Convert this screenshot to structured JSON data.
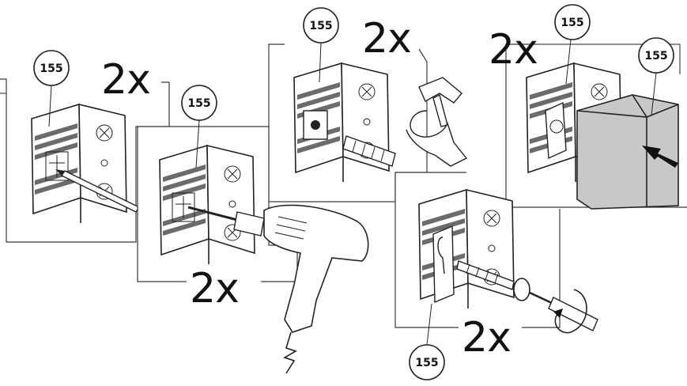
{
  "steps": [
    {
      "id": 1,
      "part_number": "155",
      "quantity": "2x",
      "action": "mark position"
    },
    {
      "id": 2,
      "part_number": "155",
      "quantity": "2x",
      "action": "drill hole"
    },
    {
      "id": 3,
      "part_number": "155",
      "quantity": "2x",
      "action": "insert wall plug"
    },
    {
      "id": 4,
      "part_number": "155",
      "quantity": "2x",
      "action": "screw bracket"
    },
    {
      "id": 5,
      "part_number": "155",
      "quantity": "2x",
      "action": "attach cover",
      "extra_part_number": "155"
    }
  ],
  "icons": [
    "pencil-icon",
    "drill-icon",
    "hammer-icon",
    "wall-plug-icon",
    "screw-icon",
    "screwdriver-icon",
    "rotate-arrow-icon",
    "push-arrow-icon"
  ],
  "colors": {
    "line": "#222222",
    "stripe": "#6b6b6b",
    "cover": "#c8c8c8"
  }
}
